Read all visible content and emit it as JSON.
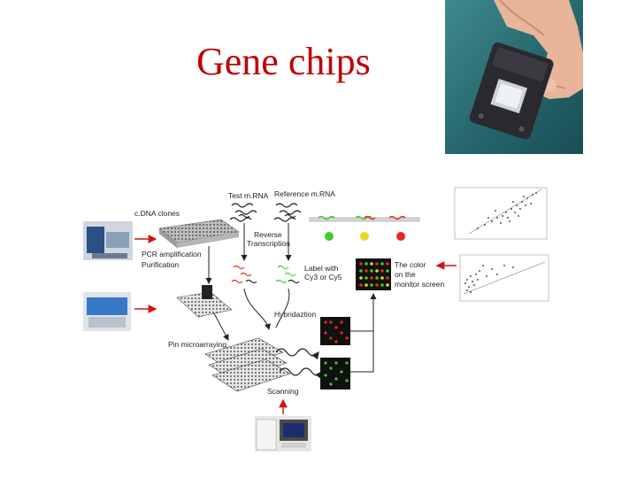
{
  "slide": {
    "title": "Gene chips"
  },
  "colors": {
    "title": "#c00000",
    "arrow": "#d21414",
    "red_spot": "#e82a1c",
    "green_spot": "#3ccc2c",
    "yellow_spot": "#e8d820"
  },
  "diagram": {
    "labels": {
      "test_mrna": "Test m.RNA",
      "reference_mrna": "Reference m.RNA",
      "cdna_clones": "c.DNA clones",
      "reverse": "Reverse",
      "transcription": "Transcription",
      "pcr_amplification": "PCR amplification",
      "purification": "Purification",
      "label_with": "Label with",
      "cy3_or_cy5": "Cy3 or Cy5",
      "the_color": "The color",
      "on_the": "on the",
      "monitor_screen": "monitor screen",
      "hybridization": "Hybridaztion",
      "pin_microarraying": "Pin microarraying",
      "scanning": "Scanning"
    }
  }
}
